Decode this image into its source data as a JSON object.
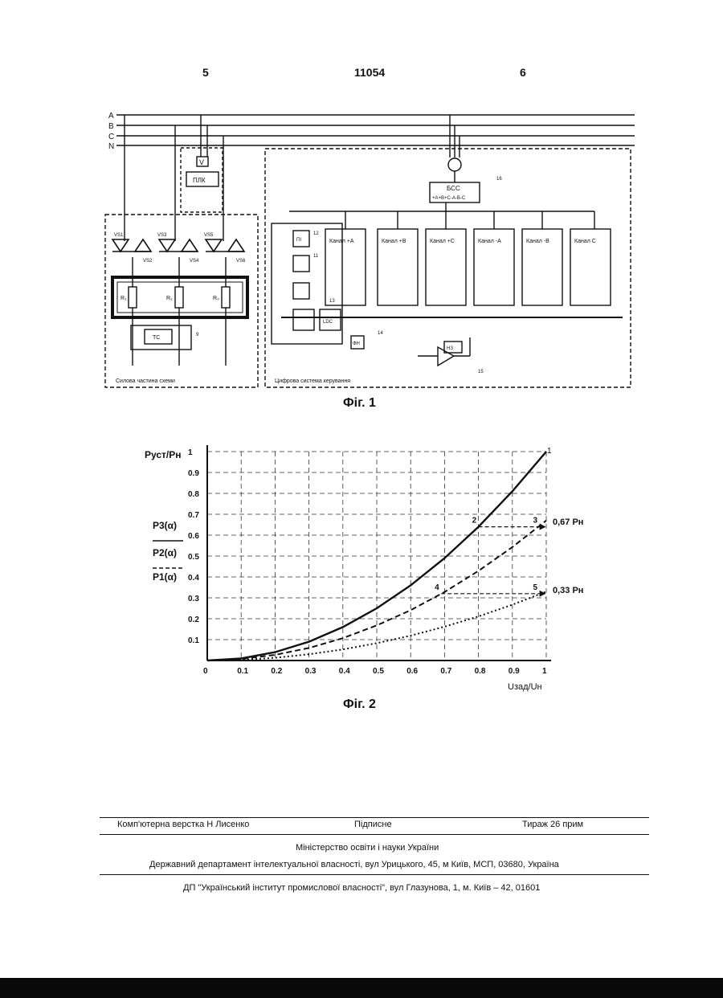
{
  "header": {
    "left_page": "5",
    "doc_number": "11054",
    "right_page": "6"
  },
  "fig1": {
    "caption": "Фіг. 1",
    "bus_labels": [
      "A",
      "B",
      "C",
      "N"
    ],
    "labels": {
      "v": "V",
      "plk": "ПЛК",
      "bss": "БСС",
      "bss_ports": "+A+B+C-A-B-C",
      "power_part": "Силова частина схеми",
      "digital_system": "Цифрова система керування",
      "loads": [
        "R₁",
        "R₂",
        "R₃"
      ],
      "tc": "TC",
      "channels": [
        "Канал +А",
        "Канал +B",
        "Канал +C",
        "Канал -A",
        "Канал -B",
        "Канал C"
      ],
      "pi": "ПІ",
      "ldc": "LDC",
      "fn": "ФН",
      "nz": "НЗ",
      "vs": [
        "VS1",
        "VS2",
        "VS3",
        "VS4",
        "VS5",
        "VS6"
      ],
      "refs": [
        "16",
        "12",
        "11",
        "13",
        "14",
        "15",
        "9"
      ]
    }
  },
  "fig2": {
    "caption": "Фіг. 2",
    "y_axis_label": "Pуст/Pн",
    "x_axis_label": "Uзад/Uн",
    "legend": [
      "P3(α)",
      "P2(α)",
      "P1(α)"
    ],
    "annotations": [
      "0,67 Pн",
      "0,33 Pн"
    ],
    "curve_labels": [
      "1",
      "2",
      "3",
      "4",
      "5"
    ]
  },
  "chart_data": {
    "type": "line",
    "title": "",
    "xlabel": "Uзад/Uн",
    "ylabel": "Pуст/Pн",
    "xlim": [
      0,
      1
    ],
    "ylim": [
      0,
      1
    ],
    "grid": true,
    "x_ticks": [
      "0",
      "0.1",
      "0.2",
      "0.3",
      "0.4",
      "0.5",
      "0.6",
      "0.7",
      "0.8",
      "0.9",
      "1"
    ],
    "y_ticks": [
      "0.1",
      "0.2",
      "0.3",
      "0.4",
      "0.5",
      "0.6",
      "0.7",
      "0.8",
      "0.9",
      "1"
    ],
    "series": [
      {
        "name": "P3(α)",
        "style": "solid",
        "x": [
          0,
          0.1,
          0.2,
          0.3,
          0.4,
          0.5,
          0.6,
          0.7,
          0.8,
          0.9,
          1.0
        ],
        "y": [
          0,
          0.01,
          0.04,
          0.09,
          0.16,
          0.25,
          0.36,
          0.49,
          0.64,
          0.81,
          1.0
        ]
      },
      {
        "name": "P2(α)",
        "style": "dashed",
        "x": [
          0,
          0.1,
          0.2,
          0.3,
          0.4,
          0.5,
          0.6,
          0.7,
          0.8,
          0.9,
          1.0
        ],
        "y": [
          0,
          0.007,
          0.027,
          0.06,
          0.107,
          0.168,
          0.241,
          0.328,
          0.429,
          0.543,
          0.67
        ]
      },
      {
        "name": "P1(α)",
        "style": "dotted",
        "x": [
          0,
          0.1,
          0.2,
          0.3,
          0.4,
          0.5,
          0.6,
          0.7,
          0.8,
          0.9,
          1.0
        ],
        "y": [
          0,
          0.003,
          0.013,
          0.03,
          0.053,
          0.083,
          0.119,
          0.162,
          0.211,
          0.267,
          0.33
        ]
      }
    ],
    "markers": [
      {
        "label": "2",
        "x": 0.8,
        "y": 0.64
      },
      {
        "label": "3",
        "x": 0.98,
        "y": 0.64
      },
      {
        "label": "4",
        "x": 0.69,
        "y": 0.32
      },
      {
        "label": "5",
        "x": 0.98,
        "y": 0.32
      }
    ]
  },
  "footer": {
    "typesetter": "Комп'ютерна верстка Н Лисенко",
    "signed": "Підписне",
    "print_run": "Тираж 26 прим",
    "ministry": "Міністерство освіти і науки України",
    "department": "Державний департамент інтелектуальної власності, вул Урицького, 45, м Київ, МСП, 03680, Україна",
    "institute": "ДП \"Український інститут промислової власності\", вул Глазунова, 1, м. Київ – 42, 01601"
  }
}
